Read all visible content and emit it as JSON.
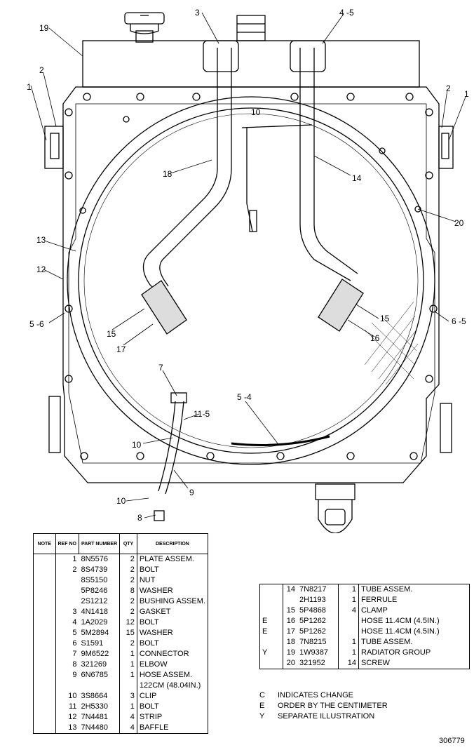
{
  "callouts": {
    "c19": "19",
    "c3": "3",
    "c45a": "4 -5",
    "c2l": "2",
    "c1l": "1",
    "c2r": "2",
    "c1r": "1",
    "c10a": "10",
    "c18": "18",
    "c14": "14",
    "c20": "20",
    "c13": "13",
    "c12": "12",
    "c56l": "5 -6",
    "c65r": "6 -5",
    "c15l": "15",
    "c17": "17",
    "c15r": "15",
    "c16": "16",
    "c7": "7",
    "c115": "11-5",
    "c54": "5 -4",
    "c10b": "10",
    "c9": "9",
    "c10c": "10",
    "c8": "8"
  },
  "main_table": {
    "headers": {
      "note": "NOTE",
      "ref": "REF NO",
      "part": "PART NUMBER",
      "qty": "QTY",
      "desc": "DESCRIPTION"
    },
    "rows": [
      {
        "note": "",
        "ref": "1",
        "part": "8N5576",
        "qty": "2",
        "desc": "PLATE ASSEM."
      },
      {
        "note": "",
        "ref": "2",
        "part": "8S4739",
        "qty": "2",
        "desc": "BOLT"
      },
      {
        "note": "",
        "ref": "",
        "part": "8S5150",
        "qty": "2",
        "desc": "NUT"
      },
      {
        "note": "",
        "ref": "",
        "part": "5P8246",
        "qty": "8",
        "desc": "WASHER"
      },
      {
        "note": "",
        "ref": "",
        "part": "2S1212",
        "qty": "2",
        "desc": "BUSHING ASSEM."
      },
      {
        "note": "",
        "ref": "3",
        "part": "4N1418",
        "qty": "2",
        "desc": "GASKET"
      },
      {
        "note": "",
        "ref": "4",
        "part": "1A2029",
        "qty": "12",
        "desc": "BOLT"
      },
      {
        "note": "",
        "ref": "5",
        "part": "5M2894",
        "qty": "15",
        "desc": "WASHER"
      },
      {
        "note": "",
        "ref": "6",
        "part": "S1591",
        "qty": "2",
        "desc": "BOLT"
      },
      {
        "note": "",
        "ref": "7",
        "part": "9M6522",
        "qty": "1",
        "desc": "CONNECTOR"
      },
      {
        "note": "",
        "ref": "8",
        "part": "321269",
        "qty": "1",
        "desc": "ELBOW"
      },
      {
        "note": "",
        "ref": "9",
        "part": "6N6785",
        "qty": "1",
        "desc": "HOSE ASSEM."
      },
      {
        "note": "",
        "ref": "",
        "part": "",
        "qty": "",
        "desc": "122CM (48.04IN.)"
      },
      {
        "note": "",
        "ref": "10",
        "part": "3S8664",
        "qty": "3",
        "desc": "CLIP"
      },
      {
        "note": "",
        "ref": "11",
        "part": "2H5330",
        "qty": "1",
        "desc": "BOLT"
      },
      {
        "note": "",
        "ref": "12",
        "part": "7N4481",
        "qty": "4",
        "desc": "STRIP"
      },
      {
        "note": "",
        "ref": "13",
        "part": "7N4480",
        "qty": "4",
        "desc": "BAFFLE"
      }
    ]
  },
  "right_table": {
    "rows": [
      {
        "note": "",
        "ref": "14",
        "part": "7N8217",
        "qty": "1",
        "desc": "TUBE ASSEM."
      },
      {
        "note": "",
        "ref": "",
        "part": "2H1193",
        "qty": "1",
        "desc": "FERRULE"
      },
      {
        "note": "",
        "ref": "15",
        "part": "5P4868",
        "qty": "4",
        "desc": "CLAMP"
      },
      {
        "note": "E",
        "ref": "16",
        "part": "5P1262",
        "qty": "",
        "desc": "HOSE 11.4CM (4.5IN.)"
      },
      {
        "note": "E",
        "ref": "17",
        "part": "5P1262",
        "qty": "",
        "desc": "HOSE 11.4CM (4.5IN.)"
      },
      {
        "note": "",
        "ref": "18",
        "part": "7N8215",
        "qty": "1",
        "desc": "TUBE ASSEM."
      },
      {
        "note": "Y",
        "ref": "19",
        "part": "1W9387",
        "qty": "1",
        "desc": "RADIATOR GROUP"
      },
      {
        "note": "",
        "ref": "20",
        "part": "321952",
        "qty": "14",
        "desc": "SCREW"
      }
    ]
  },
  "legend": [
    {
      "key": "C",
      "text": "INDICATES CHANGE"
    },
    {
      "key": "E",
      "text": "ORDER BY THE CENTIMETER"
    },
    {
      "key": "Y",
      "text": "SEPARATE ILLUSTRATION"
    }
  ],
  "drawing_number": "306779"
}
